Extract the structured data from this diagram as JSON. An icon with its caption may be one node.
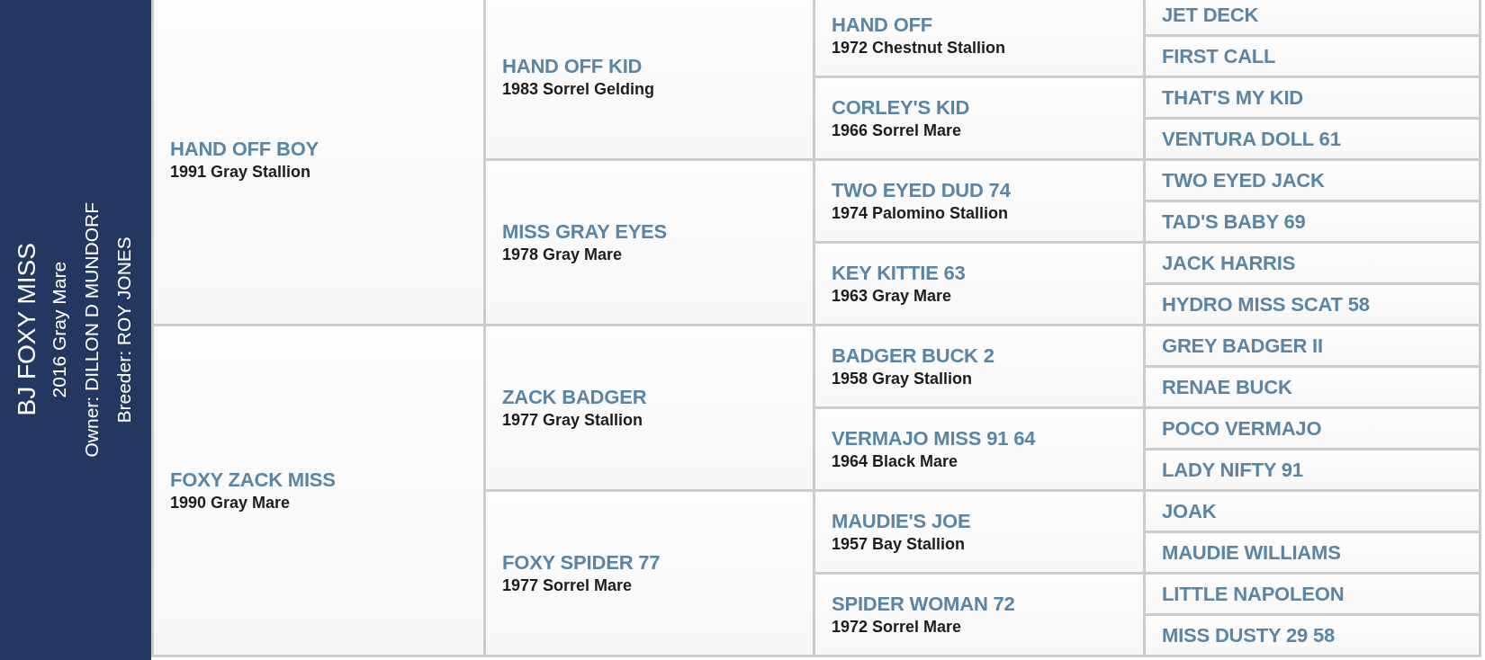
{
  "diagram": {
    "nodes": [
      {
        "text": [
          "BJ FOXY MISS",
          "2016 Gray Mare",
          "Owner: DILLON D MUNDORF",
          "Breeder: ROY JONES"
        ]
      },
      {
        "text": [
          "HAND OFF BOY",
          "1991 Gray Stallion"
        ]
      },
      {
        "text": [
          "HAND OFF KID",
          "1983 Sorrel Gelding"
        ]
      },
      {
        "text": [
          "HAND OFF",
          "1972 Chestnut Stallion"
        ]
      },
      {
        "text": [
          "JET DECK"
        ]
      },
      {
        "text": [
          "FIRST CALL"
        ]
      },
      {
        "text": [
          "CORLEY'S KID",
          "1966 Sorrel Mare"
        ]
      },
      {
        "text": [
          "THAT'S MY KID"
        ]
      },
      {
        "text": [
          "VENTURA DOLL 61"
        ]
      },
      {
        "text": [
          "MISS GRAY EYES",
          "1978 Gray Mare"
        ]
      },
      {
        "text": [
          "TWO EYED DUD 74",
          "1974 Palomino Stallion"
        ]
      },
      {
        "text": [
          "TWO EYED JACK"
        ]
      },
      {
        "text": [
          "TAD'S BABY 69"
        ]
      },
      {
        "text": [
          "KEY KITTIE 63",
          "1963 Gray Mare"
        ]
      },
      {
        "text": [
          "JACK HARRIS"
        ]
      },
      {
        "text": [
          "HYDRO MISS SCAT 58"
        ]
      },
      {
        "text": [
          "FOXY ZACK MISS",
          "1990 Gray Mare"
        ]
      },
      {
        "text": [
          "ZACK BADGER",
          "1977 Gray Stallion"
        ]
      },
      {
        "text": [
          "BADGER BUCK 2",
          "1958 Gray Stallion"
        ]
      },
      {
        "text": [
          "GREY BADGER II"
        ]
      },
      {
        "text": [
          "RENAE BUCK"
        ]
      },
      {
        "text": [
          "VERMAJO MISS 91 64",
          "1964 Black Mare"
        ]
      },
      {
        "text": [
          "POCO VERMAJO"
        ]
      },
      {
        "text": [
          "LADY NIFTY 91"
        ]
      },
      {
        "text": [
          "FOXY SPIDER 77",
          "1977 Sorrel Mare"
        ]
      },
      {
        "text": [
          "MAUDIE'S JOE",
          "1957 Bay Stallion"
        ]
      },
      {
        "text": [
          "JOAK"
        ]
      },
      {
        "text": [
          "MAUDIE WILLIAMS"
        ]
      },
      {
        "text": [
          "SPIDER WOMAN 72",
          "1972 Sorrel Mare"
        ]
      },
      {
        "text": [
          "LITTLE NAPOLEON"
        ]
      },
      {
        "text": [
          "MISS DUSTY 29 58"
        ]
      }
    ]
  }
}
